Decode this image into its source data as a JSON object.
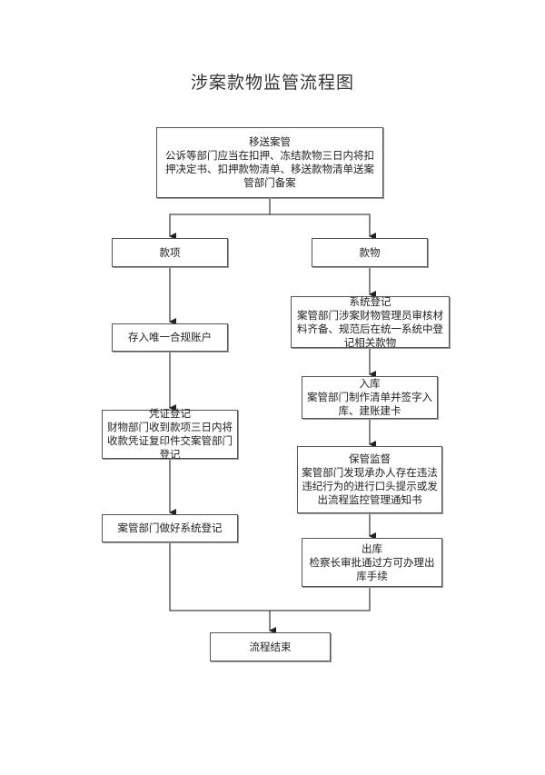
{
  "title": "涉案款物监管流程图",
  "nodes": {
    "transfer": {
      "title": "移送案管",
      "body": "公诉等部门应当在扣押、冻结款物三日内将扣押决定书、扣押款物清单、移送款物清单送案管部门备案"
    },
    "funds": {
      "title": "款项"
    },
    "items": {
      "title": "款物"
    },
    "deposit": {
      "title": "存入唯一合规账户"
    },
    "voucher": {
      "title": "凭证登记",
      "body": "财物部门收到款项三日内将收款凭证复印件交案管部门登记"
    },
    "sysreg_left": {
      "title": "案管部门做好系统登记"
    },
    "sysreg_right": {
      "title": "系统登记",
      "body": "案管部门涉案财物管理员审核材料齐备、规范后在统一系统中登记相关款物"
    },
    "warehouse_in": {
      "title": "入库",
      "body": "案管部门制作清单并签字入库、建账建卡"
    },
    "supervision": {
      "title": "保管监督",
      "body": "案管部门发现承办人存在违法违纪行为的进行口头提示或发出流程监控管理通知书"
    },
    "warehouse_out": {
      "title": "出库",
      "body": "检察长审批通过方可办理出库手续"
    },
    "end": {
      "title": "流程结束"
    }
  },
  "edges": [
    {
      "from": "transfer",
      "to": "funds"
    },
    {
      "from": "transfer",
      "to": "items"
    },
    {
      "from": "funds",
      "to": "deposit"
    },
    {
      "from": "deposit",
      "to": "voucher"
    },
    {
      "from": "voucher",
      "to": "sysreg_left"
    },
    {
      "from": "items",
      "to": "sysreg_right"
    },
    {
      "from": "sysreg_right",
      "to": "warehouse_in"
    },
    {
      "from": "warehouse_in",
      "to": "supervision"
    },
    {
      "from": "supervision",
      "to": "warehouse_out"
    },
    {
      "from": "sysreg_left",
      "to": "end"
    },
    {
      "from": "warehouse_out",
      "to": "end"
    }
  ]
}
